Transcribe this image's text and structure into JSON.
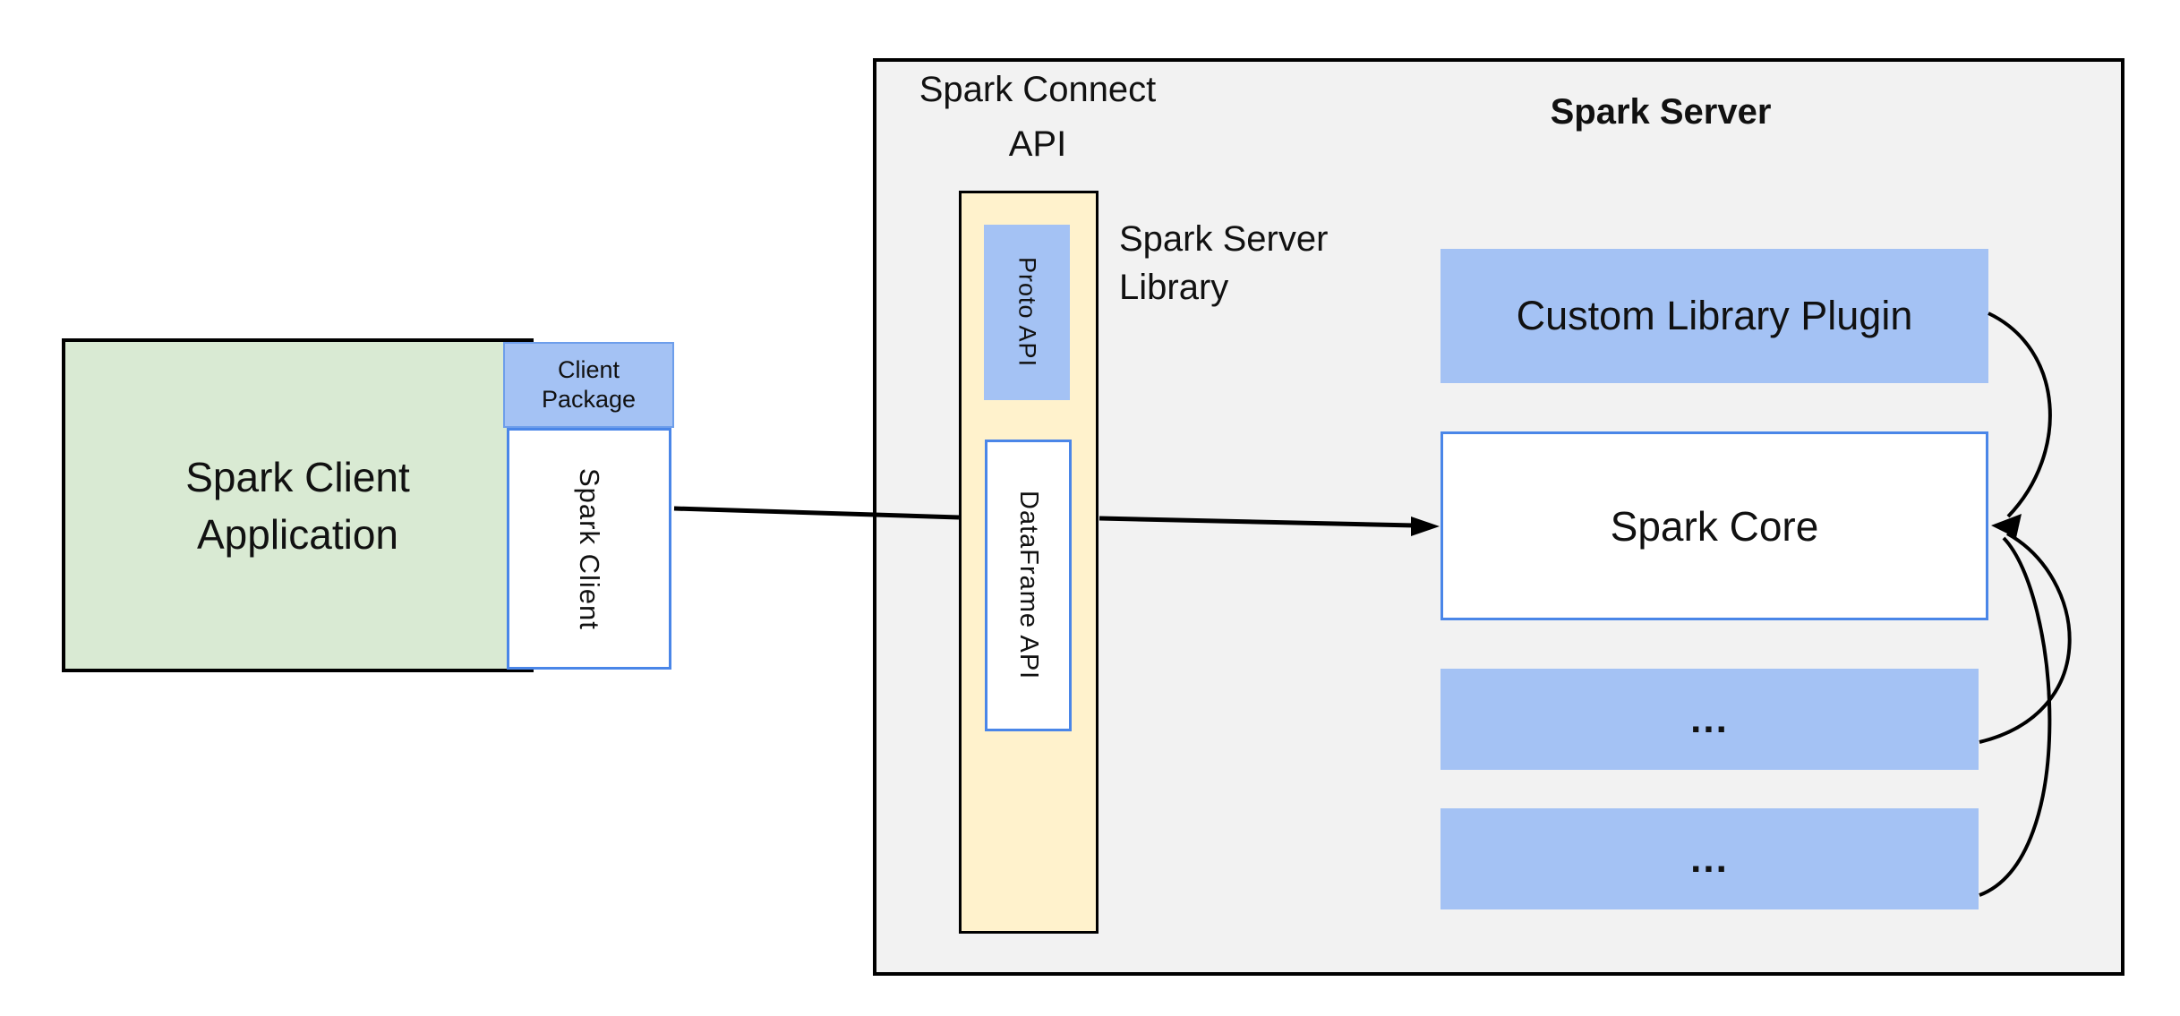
{
  "colors": {
    "green_fill": "#d9ead3",
    "blue_fill": "#a4c2f4",
    "cream_fill": "#fff2cc",
    "panel_fill": "#f2f2f2",
    "blue_border": "#4a86e8",
    "package_border": "#6d9eeb",
    "outline": "#000000",
    "text": "#111111"
  },
  "client_group": {
    "application_label": "Spark Client Application",
    "package_label": "Client Package",
    "client_label": "Spark Client"
  },
  "connect_group": {
    "title": "Spark Connect API",
    "server_library_label": "Spark Server Library",
    "proto_api_label": "Proto API",
    "dataframe_api_label": "DataFrame API"
  },
  "server_group": {
    "title": "Spark Server",
    "plugin_label": "Custom Library Plugin",
    "core_label": "Spark Core",
    "more_label_1": "...",
    "more_label_2": "..."
  }
}
